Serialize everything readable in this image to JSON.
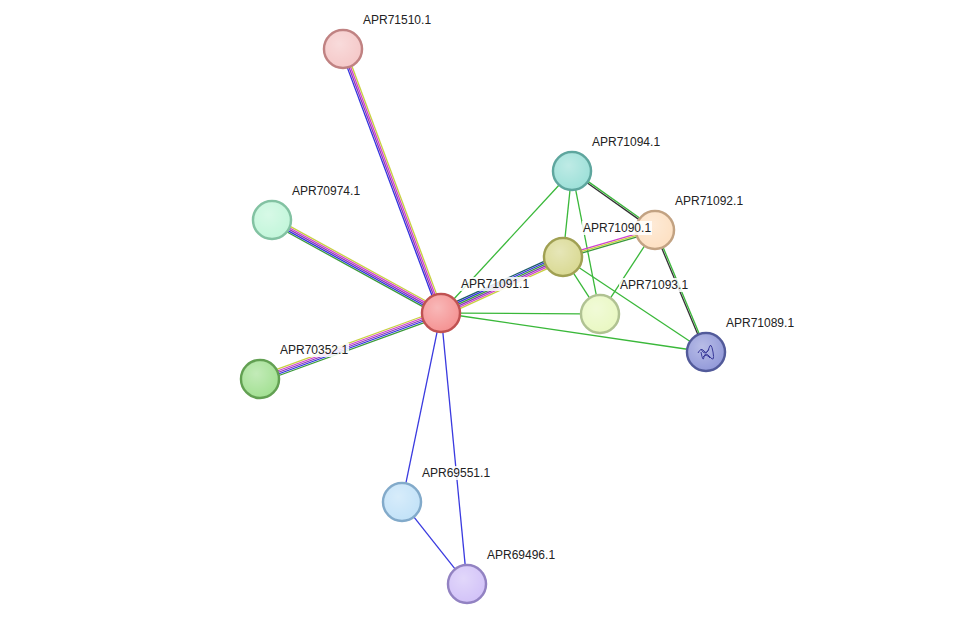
{
  "diagram": {
    "nodes": [
      {
        "text": [
          "APR71510.1"
        ]
      },
      {
        "text": [
          "APR71094.1"
        ]
      },
      {
        "text": [
          "APR70974.1"
        ]
      },
      {
        "text": [
          "APR71092.1"
        ]
      },
      {
        "text": [
          "APR71090.1"
        ]
      },
      {
        "text": [
          "APR71091.1"
        ]
      },
      {
        "text": [
          "APR71093.1"
        ]
      },
      {
        "text": [
          "APR71089.1"
        ]
      },
      {
        "text": [
          "APR70352.1"
        ]
      },
      {
        "text": [
          "APR69551.1"
        ]
      },
      {
        "text": [
          "APR69496.1"
        ]
      }
    ],
    "edges": [
      {
        "from": 5,
        "to": 0,
        "arrow": "none"
      },
      {
        "from": 5,
        "to": 2,
        "arrow": "none"
      },
      {
        "from": 5,
        "to": 8,
        "arrow": "none"
      },
      {
        "from": 5,
        "to": 4,
        "arrow": "none"
      },
      {
        "from": 5,
        "to": 1,
        "arrow": "none"
      },
      {
        "from": 5,
        "to": 6,
        "arrow": "none"
      },
      {
        "from": 5,
        "to": 7,
        "arrow": "none"
      },
      {
        "from": 5,
        "to": 9,
        "arrow": "none"
      },
      {
        "from": 5,
        "to": 10,
        "arrow": "none"
      },
      {
        "from": 9,
        "to": 10,
        "arrow": "none"
      },
      {
        "from": 1,
        "to": 4,
        "arrow": "none"
      },
      {
        "from": 1,
        "to": 3,
        "arrow": "none"
      },
      {
        "from": 1,
        "to": 6,
        "arrow": "none"
      },
      {
        "from": 4,
        "to": 3,
        "arrow": "none"
      },
      {
        "from": 4,
        "to": 6,
        "arrow": "none"
      },
      {
        "from": 4,
        "to": 7,
        "arrow": "none"
      },
      {
        "from": 3,
        "to": 6,
        "arrow": "none"
      },
      {
        "from": 3,
        "to": 7,
        "arrow": "none"
      }
    ]
  }
}
